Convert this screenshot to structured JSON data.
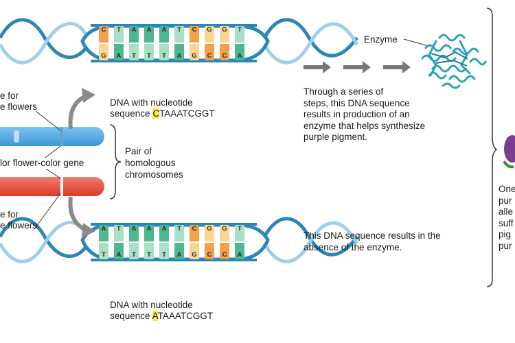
{
  "labels": {
    "allele_top": [
      "e for",
      "e flowers"
    ],
    "allele_bottom": [
      "e for",
      "e flowers"
    ],
    "locus": "lor flower-color gene",
    "pair": [
      "Pair of",
      "homologous",
      "chromosomes"
    ],
    "dna_top": [
      "DNA with nucleotide",
      "sequence "
    ],
    "dna_top_seq_first": "C",
    "dna_top_seq_rest": "TAAATCGGT",
    "dna_bottom": [
      "DNA with nucleotide",
      "sequence "
    ],
    "dna_bottom_seq_first": "A",
    "dna_bottom_seq_rest": "TAAATCGGT",
    "enzyme": "Enzyme",
    "through": [
      "Through a series of",
      "steps, this DNA sequence",
      "results in production of an",
      "enzyme that helps synthesize",
      "purple pigment."
    ],
    "absence": [
      "This DNA sequence results in the",
      "absence of the enzyme."
    ],
    "right_partial": [
      "One",
      "pur",
      "alle",
      "suff",
      "pig",
      "pur"
    ]
  },
  "sequences": {
    "top_strand_top": [
      "C",
      "T",
      "A",
      "A",
      "A",
      "T",
      "C",
      "G",
      "G",
      "T"
    ],
    "top_strand_bottom": [
      "G",
      "A",
      "T",
      "T",
      "T",
      "A",
      "G",
      "C",
      "C",
      "A"
    ],
    "bottom_strand_top": [
      "A",
      "T",
      "A",
      "A",
      "A",
      "T",
      "C",
      "G",
      "G",
      "T"
    ],
    "bottom_strand_bottom": [
      "T",
      "A",
      "T",
      "T",
      "T",
      "A",
      "G",
      "C",
      "C",
      "A"
    ]
  },
  "colors": {
    "A": "#4db890",
    "T": "#a8e0c6",
    "C": "#f2a04a",
    "G": "#f9d58f",
    "helix": "#2c86b5",
    "helix_light": "#9cd0ea",
    "chrom_blue": "#4aa9e6",
    "chrom_red": "#e14a3a",
    "protein": "#2aa3b8",
    "highlight": "#f3ef3a",
    "gray_arrow": "#8a8a8a",
    "pigment": "#7a3d8f"
  }
}
